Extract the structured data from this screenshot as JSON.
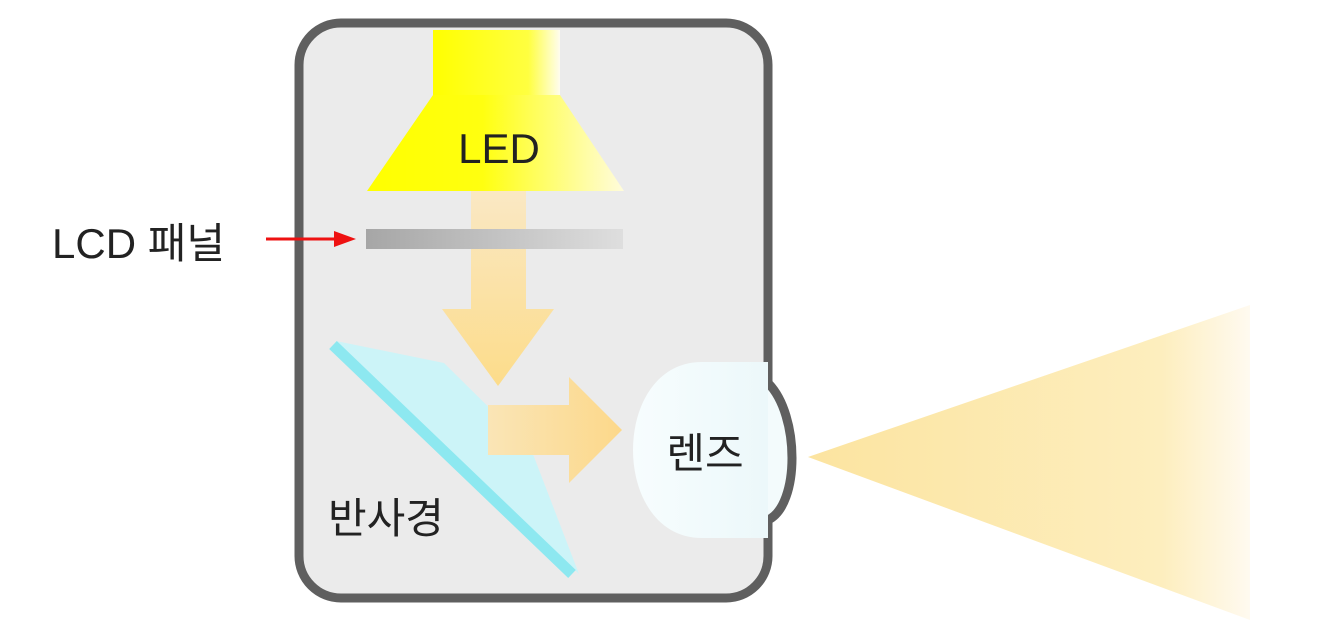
{
  "labels": {
    "led": "LED",
    "lcd_panel": "LCD 패널",
    "lens": "렌즈",
    "mirror": "반사경"
  },
  "colors": {
    "housing_fill": "#ebebeb",
    "housing_stroke": "#5f5f5f",
    "led_yellow": "#ffff00",
    "light_beam": "#fce9a8",
    "lcd_panel": "#a8a8a8",
    "mirror_edge": "#8de8f0",
    "mirror_glass": "#ccf4f8",
    "lens_fill": "#f3fbfc",
    "pointer_arrow": "#ee1111",
    "projection_beam": "#fde8a4"
  }
}
